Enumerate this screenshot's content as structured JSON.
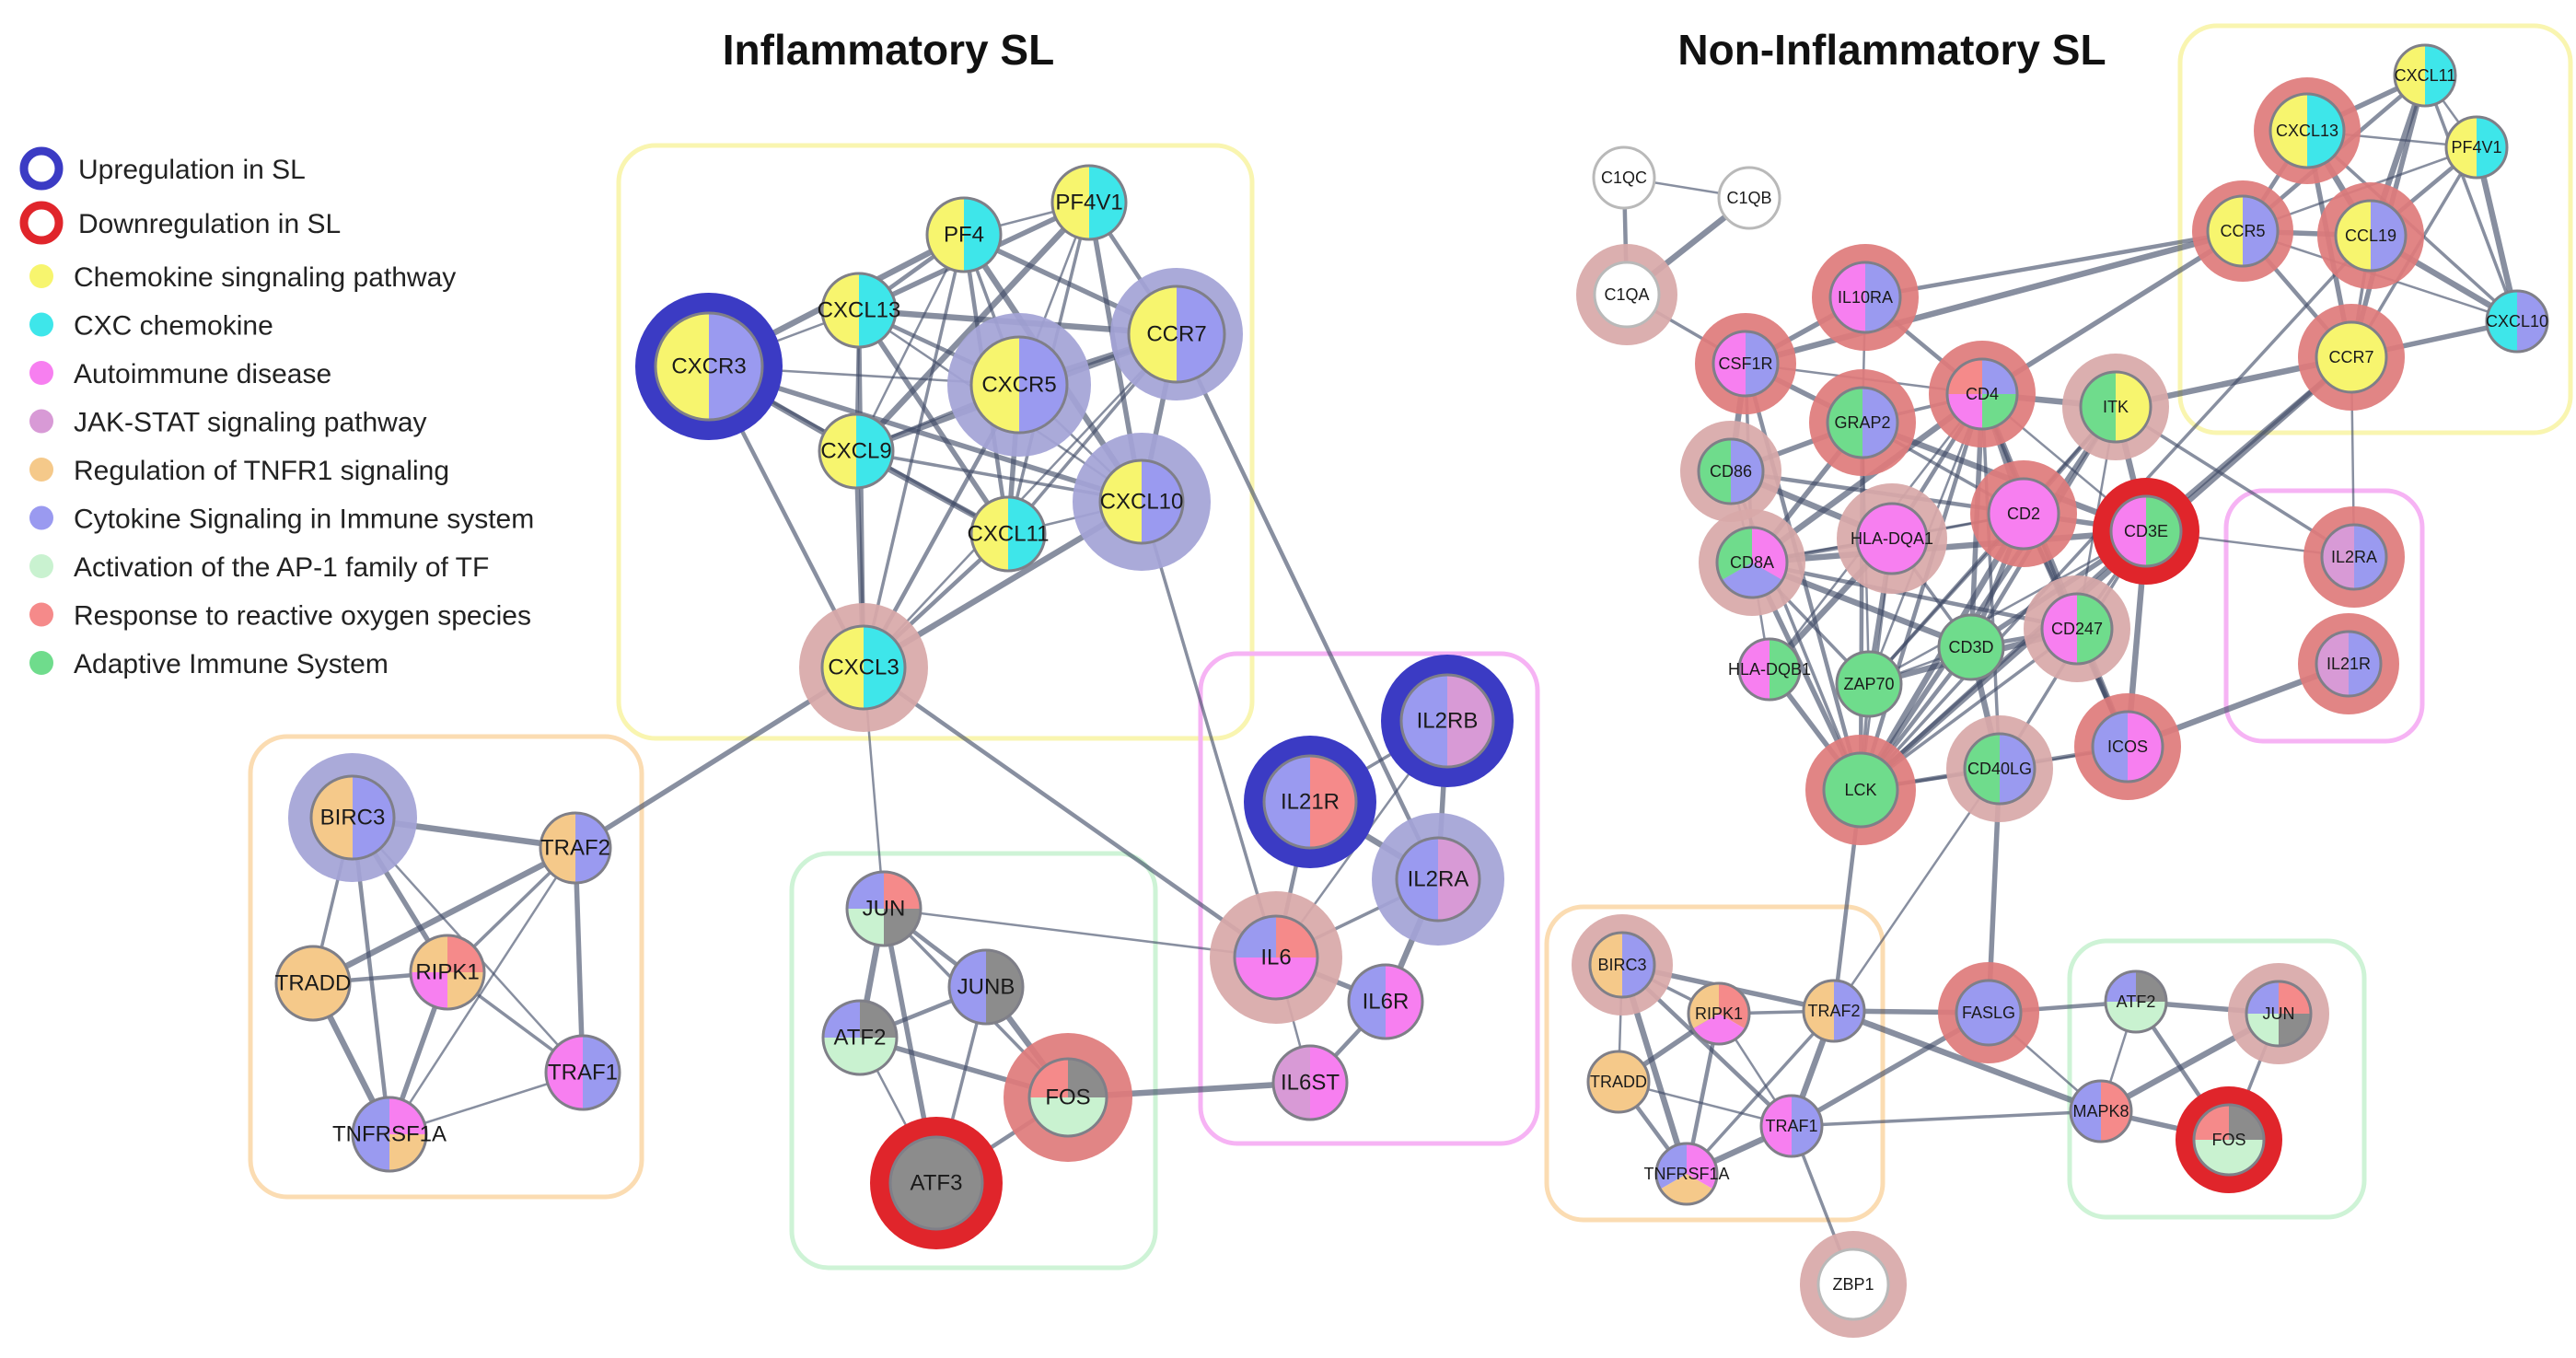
{
  "titles": {
    "left": "Inflammatory SL",
    "right": "Non-Inflammatory SL"
  },
  "legend": {
    "regulation": [
      {
        "label": "Upregulation in SL",
        "color": "#3b3bc4"
      },
      {
        "label": "Downregulation in SL",
        "color": "#e0252b"
      }
    ],
    "categories": [
      {
        "key": "chemokine",
        "label": "Chemokine singnaling pathway",
        "color": "#f7f56e"
      },
      {
        "key": "cxc",
        "label": "CXC chemokine",
        "color": "#3ee6ea"
      },
      {
        "key": "autoimmune",
        "label": "Autoimmune disease",
        "color": "#f77ff0"
      },
      {
        "key": "jakstat",
        "label": "JAK-STAT signaling pathway",
        "color": "#d89ad6"
      },
      {
        "key": "tnfr1",
        "label": "Regulation of TNFR1 signaling",
        "color": "#f5c98a"
      },
      {
        "key": "cytokine",
        "label": "Cytokine Signaling in Immune system",
        "color": "#9a9af0"
      },
      {
        "key": "ap1",
        "label": "Activation of the AP-1 family of TF",
        "color": "#c9f2d0"
      },
      {
        "key": "ros",
        "label": "Response to reactive oxygen species",
        "color": "#f58a8a"
      },
      {
        "key": "adaptive",
        "label": "Adaptive Immune System",
        "color": "#6fdc8c"
      }
    ]
  },
  "network": {
    "left_nodes": [
      "PF4",
      "PF4V1",
      "CXCL13",
      "CXCR3",
      "CXCR5",
      "CCR7",
      "CXCL9",
      "CXCL11",
      "CXCL10",
      "CXCL3",
      "BIRC3",
      "TRAF2",
      "TRADD",
      "RIPK1",
      "TRAF1",
      "TNFRSF1A",
      "JUN",
      "JUNB",
      "ATF2",
      "FOS",
      "ATF3",
      "IL2RB",
      "IL21R",
      "IL2RA",
      "IL6",
      "IL6R",
      "IL6ST"
    ],
    "right_nodes": [
      "C1QC",
      "C1QB",
      "C1QA",
      "IL10RA",
      "CSF1R",
      "CD4",
      "ITK",
      "GRAP2",
      "CD86",
      "CD2",
      "CD3E",
      "HLA-DQA1",
      "CD8A",
      "CD247",
      "CD3D",
      "HLA-DQB1",
      "ZAP70",
      "ICOS",
      "CD40LG",
      "LCK",
      "CXCL11",
      "CXCL13",
      "PF4V1",
      "CCR5",
      "CCL19",
      "CXCL10",
      "CCR7",
      "IL2RA",
      "IL21R",
      "BIRC3",
      "RIPK1",
      "TRAF2",
      "FASLG",
      "TRADD",
      "TRAF1",
      "TNFRSF1A",
      "ZBP1",
      "ATF2",
      "JUN",
      "MAPK8",
      "FOS"
    ]
  }
}
